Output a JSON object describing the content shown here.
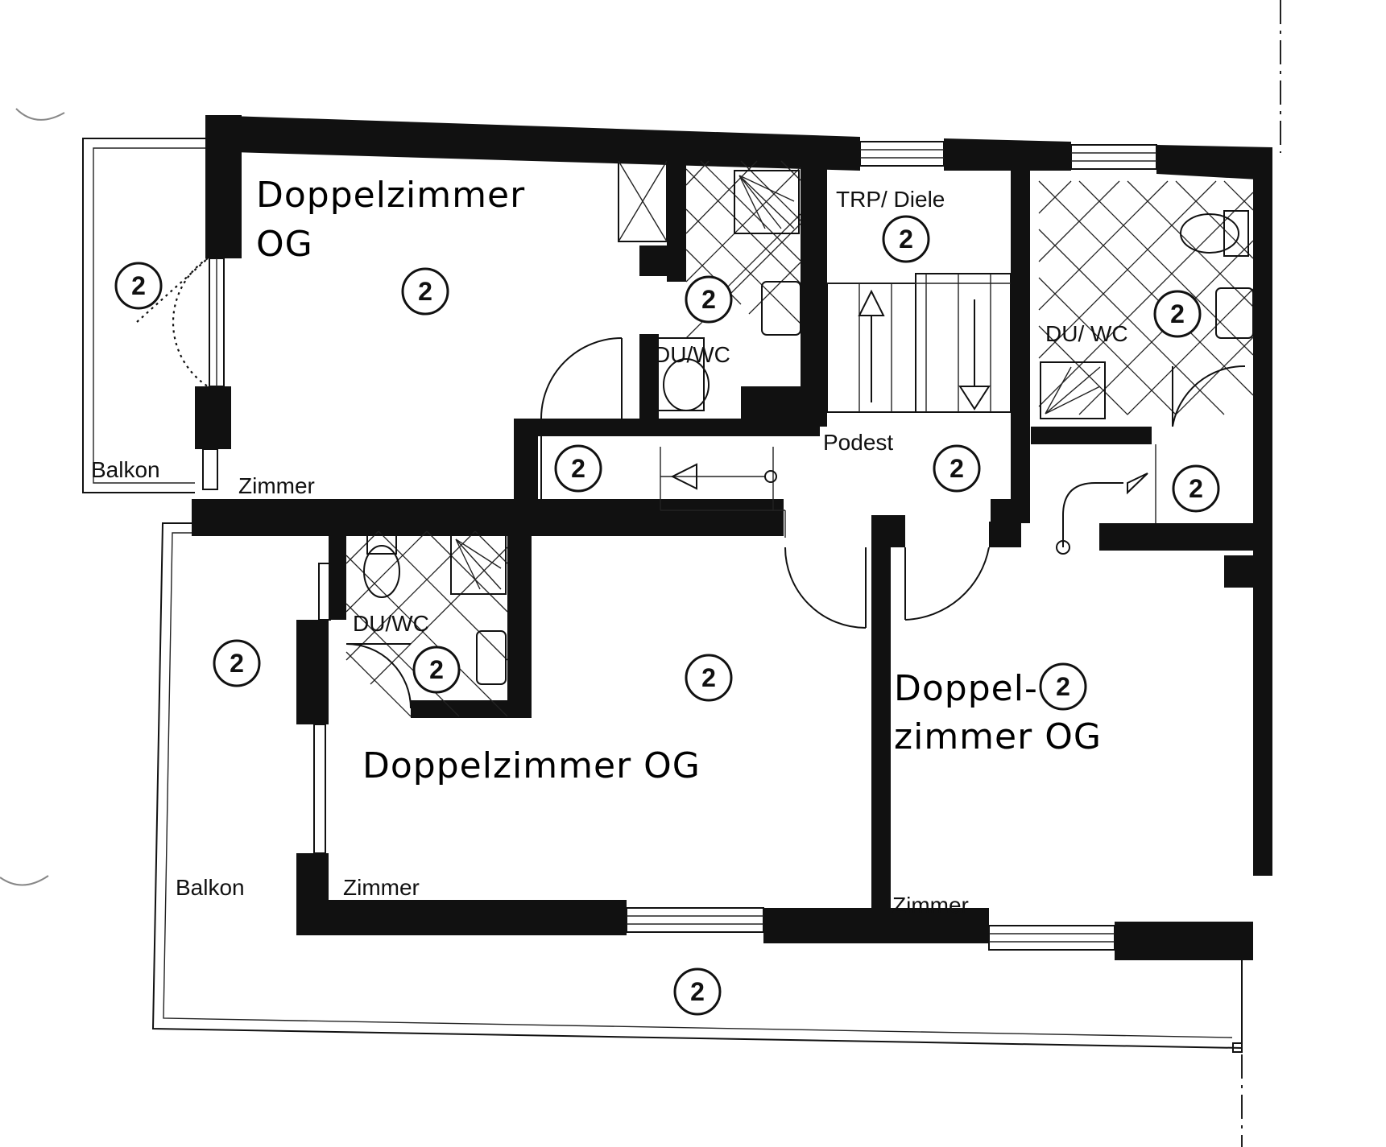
{
  "rooms": {
    "room_top_left": {
      "title_line1": "Doppelzimmer",
      "title_line2": "OG",
      "badge": "2"
    },
    "room_middle": {
      "title": "Doppelzimmer OG",
      "badge": "2"
    },
    "room_right": {
      "title_line1": "Doppel-",
      "title_line2": "zimmer OG",
      "badge": "2"
    }
  },
  "labels": {
    "balkon_top": "Balkon",
    "balkon_bottom": "Balkon",
    "zimmer_top": "Zimmer",
    "zimmer_middle": "Zimmer",
    "zimmer_right": "Zimmer",
    "trp_diele": "TRP/ Diele",
    "podest": "Podest",
    "du_wc_top": "DU/WC",
    "du_wc_middle": "DU/WC",
    "du_wc_right": "DU/ WC"
  },
  "badges": {
    "balkon_top": "2",
    "bath_top": "2",
    "trp_diele": "2",
    "bath_right": "2",
    "hall_left": "2",
    "podest": "2",
    "hall_right": "2",
    "balkon_left": "2",
    "bath_middle": "2",
    "balkon_bottom": "2"
  }
}
